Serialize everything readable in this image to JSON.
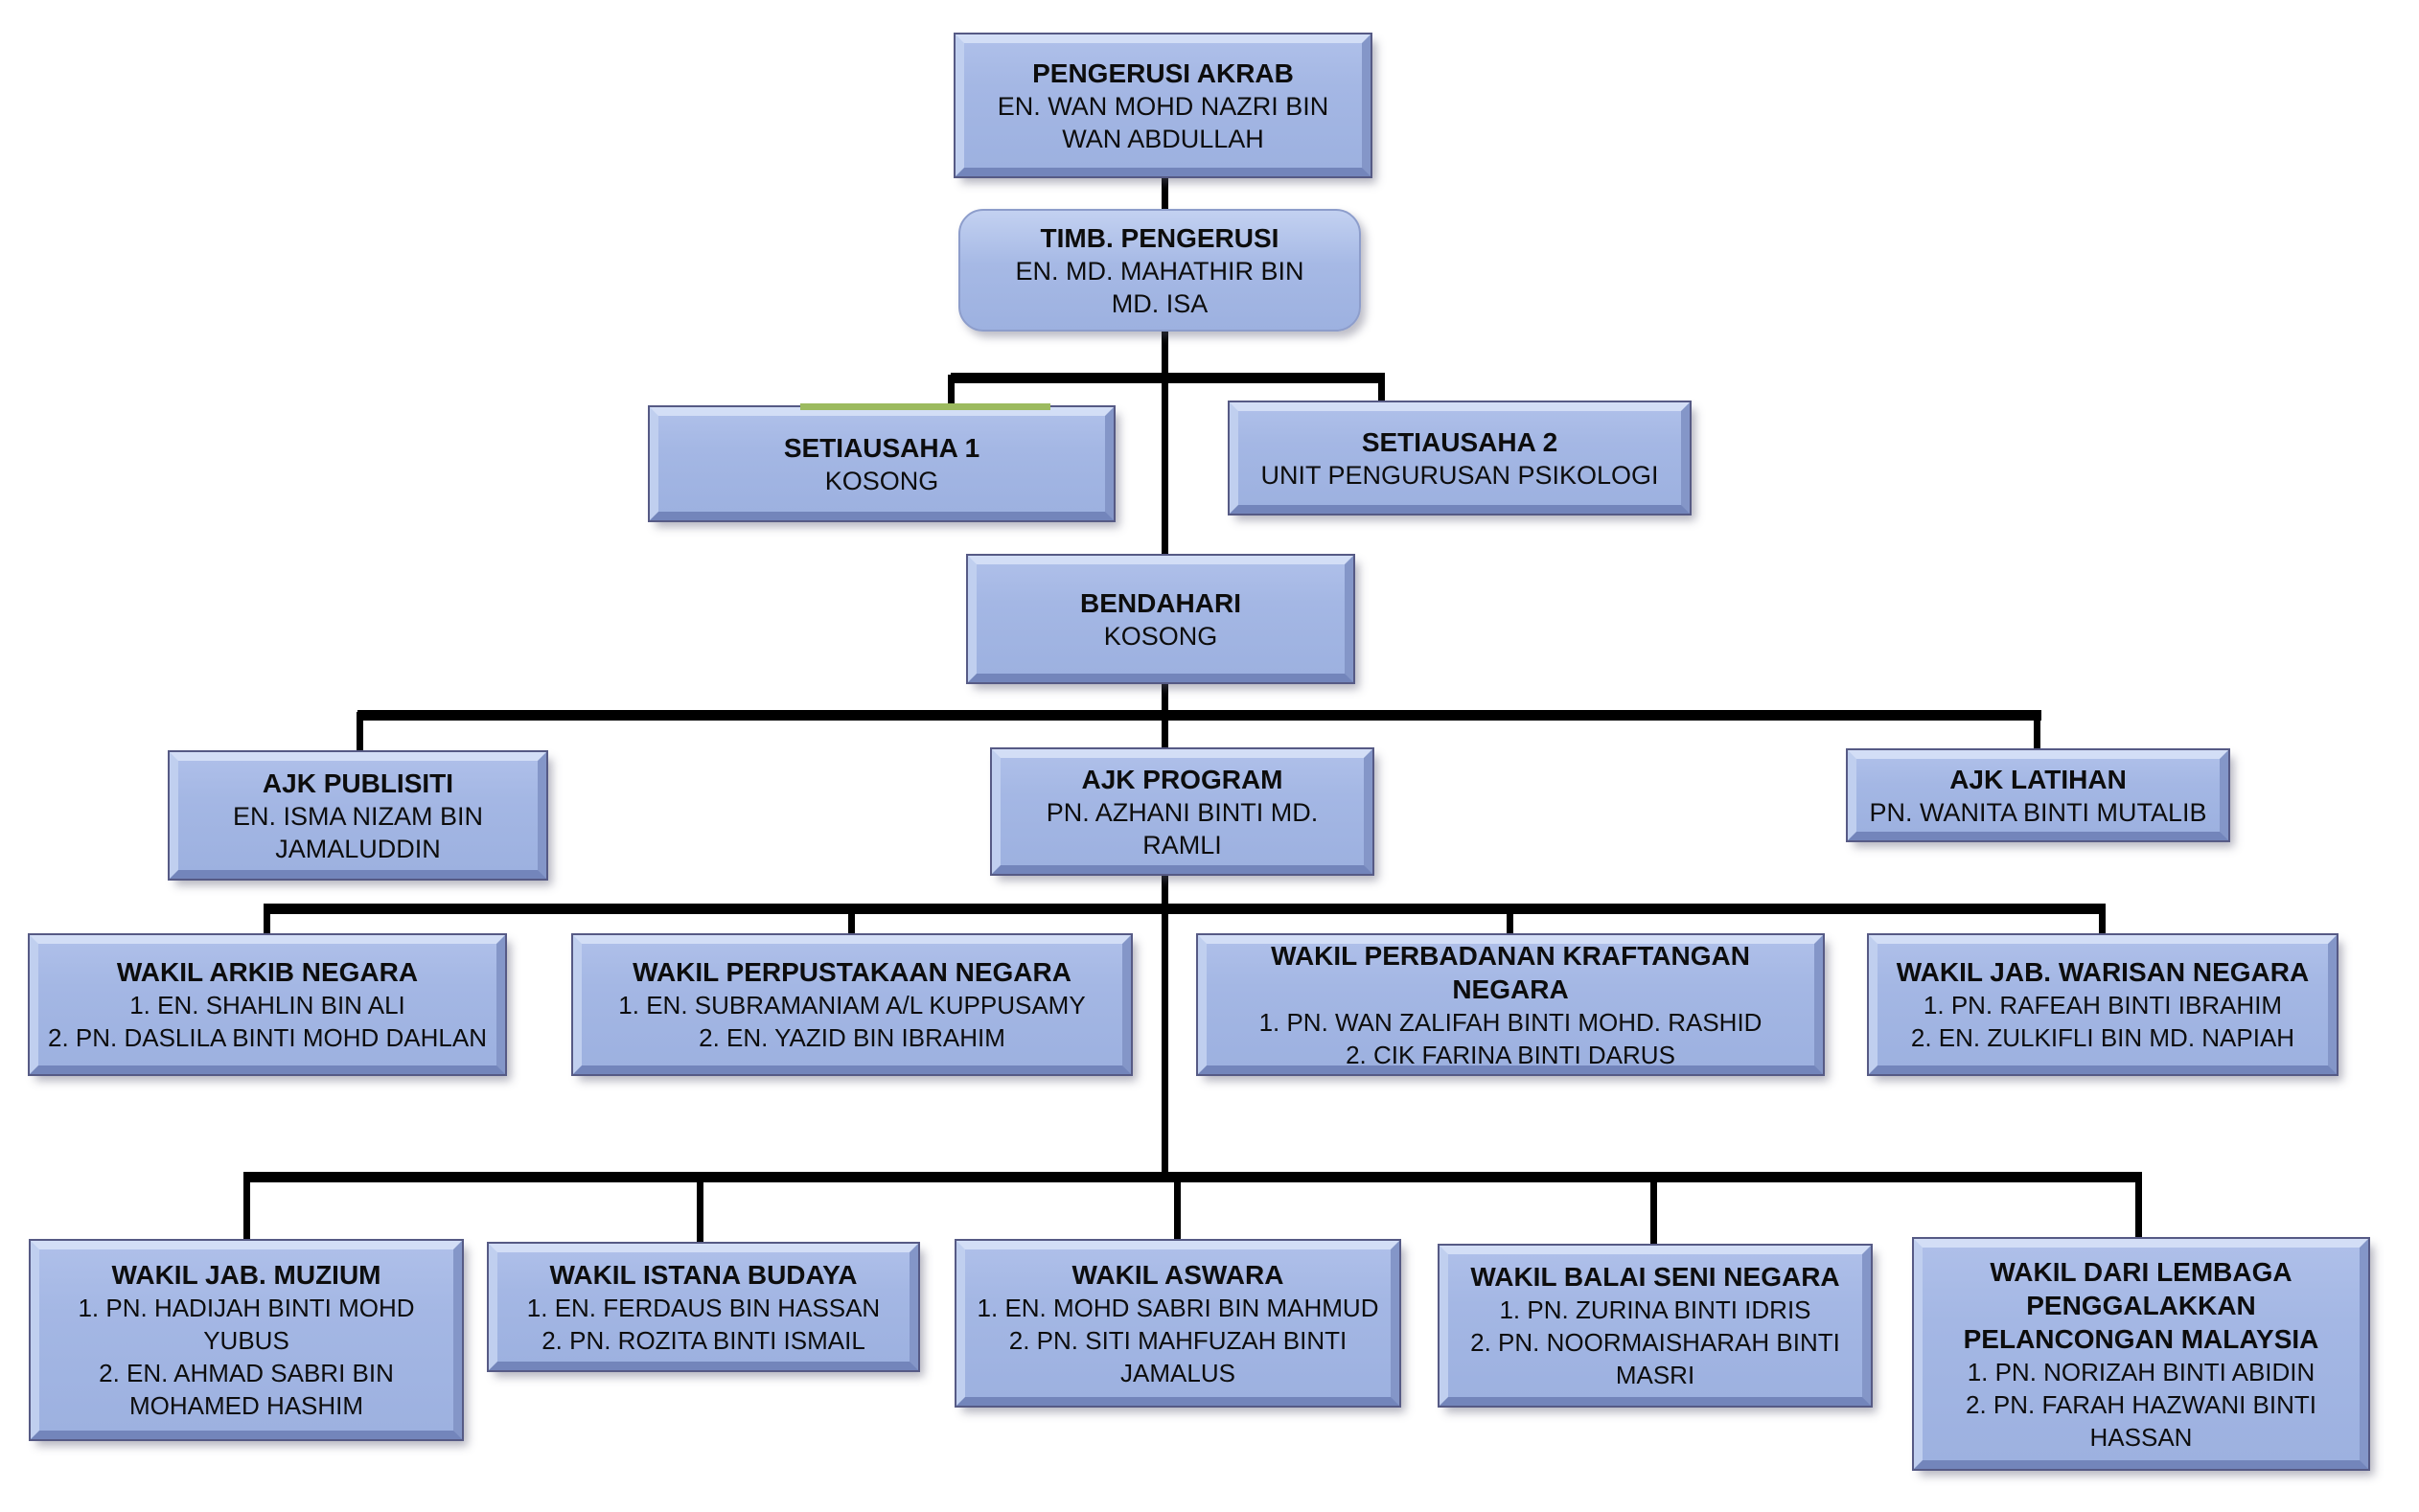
{
  "org": {
    "description": "Organizational chart (carta organisasi) AKRAB",
    "colors": {
      "box_fill": "#a4b7e4",
      "bevel_light": "#d3def6",
      "bevel_dark": "#7385bb",
      "box_outline": "#565a85",
      "connector": "#000000",
      "text": "#0d0d0d",
      "artifact_green": "#9cba5f",
      "background": "#ffffff"
    },
    "nodes": {
      "pengerusi": {
        "title": "PENGERUSI AKRAB",
        "name": "EN. WAN MOHD NAZRI BIN WAN ABDULLAH"
      },
      "timb": {
        "title": "TIMB. PENGERUSI",
        "name": "EN. MD. MAHATHIR BIN MD. ISA"
      },
      "setiausaha1": {
        "title": "SETIAUSAHA 1",
        "name": "KOSONG"
      },
      "setiausaha2": {
        "title": "SETIAUSAHA 2",
        "name": "UNIT PENGURUSAN PSIKOLOGI"
      },
      "bendahari": {
        "title": "BENDAHARI",
        "name": "KOSONG"
      },
      "ajk_publisiti": {
        "title": "AJK PUBLISITI",
        "name": "EN. ISMA NIZAM BIN JAMALUDDIN"
      },
      "ajk_program": {
        "title": "AJK PROGRAM",
        "name": "PN. AZHANI BINTI MD. RAMLI"
      },
      "ajk_latihan": {
        "title": "AJK LATIHAN",
        "name": "PN. WANITA BINTI MUTALIB"
      },
      "wakil_arkib": {
        "title": "WAKIL ARKIB NEGARA",
        "members": [
          "1. EN. SHAHLIN BIN ALI",
          "2. PN. DASLILA BINTI MOHD DAHLAN"
        ]
      },
      "wakil_perpustakaan": {
        "title": "WAKIL PERPUSTAKAAN NEGARA",
        "members": [
          "1. EN. SUBRAMANIAM A/L KUPPUSAMY",
          "2. EN. YAZID BIN IBRAHIM"
        ]
      },
      "wakil_kraftangan": {
        "title": "WAKIL PERBADANAN KRAFTANGAN NEGARA",
        "members": [
          "1. PN. WAN ZALIFAH BINTI MOHD. RASHID",
          "2. CIK FARINA BINTI DARUS"
        ]
      },
      "wakil_warisan": {
        "title": "WAKIL JAB. WARISAN NEGARA",
        "members": [
          "1. PN. RAFEAH BINTI IBRAHIM",
          "2. EN. ZULKIFLI BIN MD. NAPIAH"
        ]
      },
      "wakil_muzium": {
        "title": "WAKIL JAB. MUZIUM",
        "members": [
          "1. PN. HADIJAH BINTI MOHD YUBUS",
          "2. EN. AHMAD SABRI BIN MOHAMED HASHIM"
        ]
      },
      "wakil_istana": {
        "title": "WAKIL ISTANA BUDAYA",
        "members": [
          "1. EN. FERDAUS BIN HASSAN",
          "2. PN. ROZITA BINTI ISMAIL"
        ]
      },
      "wakil_aswara": {
        "title": "WAKIL ASWARA",
        "members": [
          "1. EN. MOHD SABRI BIN MAHMUD",
          "2. PN. SITI MAHFUZAH BINTI JAMALUS"
        ]
      },
      "wakil_balai": {
        "title": "WAKIL BALAI SENI NEGARA",
        "members": [
          "1. PN. ZURINA BINTI IDRIS",
          "2. PN. NOORMAISHARAH BINTI MASRI"
        ]
      },
      "wakil_lembaga": {
        "title": "WAKIL DARI LEMBAGA PENGGALAKKAN PELANCONGAN MALAYSIA",
        "members": [
          "1. PN. NORIZAH BINTI ABIDIN",
          "2. PN. FARAH HAZWANI BINTI HASSAN"
        ]
      }
    },
    "edges": [
      [
        "pengerusi",
        "timb"
      ],
      [
        "timb",
        "setiausaha1"
      ],
      [
        "timb",
        "setiausaha2"
      ],
      [
        "timb",
        "bendahari"
      ],
      [
        "bendahari",
        "ajk_publisiti"
      ],
      [
        "bendahari",
        "ajk_program"
      ],
      [
        "bendahari",
        "ajk_latihan"
      ],
      [
        "ajk_program",
        "wakil_arkib"
      ],
      [
        "ajk_program",
        "wakil_perpustakaan"
      ],
      [
        "ajk_program",
        "wakil_kraftangan"
      ],
      [
        "ajk_program",
        "wakil_warisan"
      ],
      [
        "ajk_program",
        "wakil_muzium"
      ],
      [
        "ajk_program",
        "wakil_istana"
      ],
      [
        "ajk_program",
        "wakil_aswara"
      ],
      [
        "ajk_program",
        "wakil_balai"
      ],
      [
        "ajk_program",
        "wakil_lembaga"
      ]
    ]
  }
}
